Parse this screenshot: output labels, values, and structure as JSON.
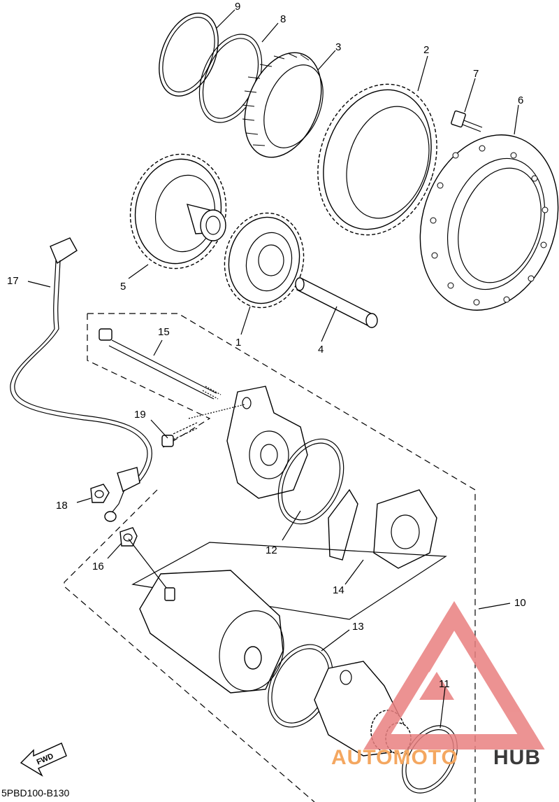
{
  "labels": {
    "p1": "1",
    "p2": "2",
    "p3": "3",
    "p4": "4",
    "p5": "5",
    "p6": "6",
    "p7": "7",
    "p8": "8",
    "p9": "9",
    "p10": "10",
    "p11": "11",
    "p12": "12",
    "p13": "13",
    "p14": "14",
    "p15": "15",
    "p16": "16",
    "p17": "17",
    "p18": "18",
    "p19": "19"
  },
  "diagram_code": "5PBD100-B130",
  "fwd_arrow": "FWD",
  "watermark": {
    "part_a": "AUTOMOTO",
    "part_b": "HUB",
    "color_a": "#f4a760",
    "color_b": "#3a3a3a",
    "logo_color": "#e98080"
  }
}
